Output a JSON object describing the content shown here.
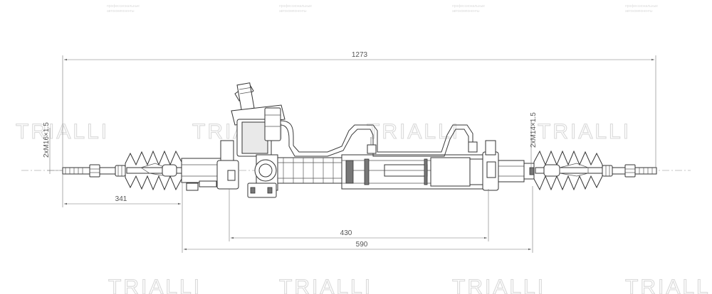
{
  "brand": {
    "watermark": "TRIALLI",
    "tagline_line1": "профессиональные",
    "tagline_line2": "автокомпоненты"
  },
  "dimensions": {
    "overall_length": "1273",
    "left_offset": "341",
    "inner_span": "430",
    "outer_span": "590",
    "left_thread": "2xM16×1.5",
    "right_thread": "2xM14×1.5"
  }
}
